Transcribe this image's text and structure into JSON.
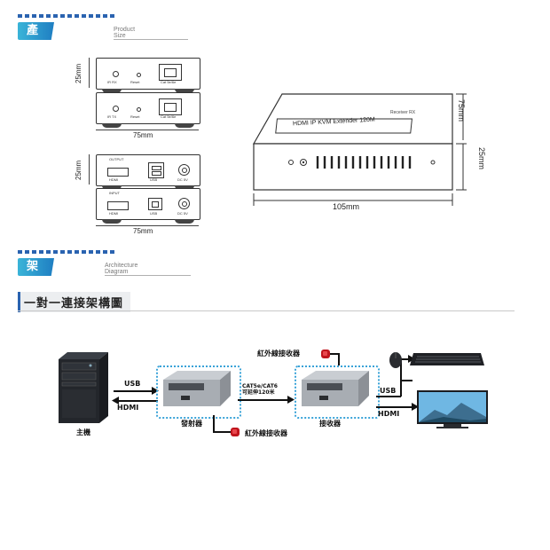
{
  "section1": {
    "title": "產品尺寸",
    "subtitle": "Product Size"
  },
  "section2": {
    "title": "架構圖",
    "subtitle": "Architecture Diagram"
  },
  "dimensions": {
    "small_width_top": "75mm",
    "small_width_bottom": "75mm",
    "small_height_top": "25mm",
    "small_height_bottom": "25mm",
    "large_width": "105mm",
    "large_depth": "75mm",
    "large_height": "25mm"
  },
  "front_panel_labels": {
    "ir_rx": "IR RX",
    "reset": "Reset",
    "cat": "Cat 5e/6e",
    "ir_tx": "IR TX"
  },
  "rear_panel_labels": {
    "output": "OUTPUT",
    "input": "INPUT",
    "hdmi": "HDMI",
    "usb": "USB",
    "dc": "DC 5V"
  },
  "large_device": {
    "label": "HDMI IP KVM Extender 120M",
    "tag": "Receiver RX"
  },
  "diagram": {
    "title": "一對一連接架構圖",
    "host": "主機",
    "transmitter": "發射器",
    "receiver": "接收器",
    "ir_receiver_top": "紅外線接收器",
    "ir_receiver_bottom": "紅外線接收器",
    "usb_left": "USB",
    "hdmi_left": "HDMI",
    "usb_right": "USB",
    "hdmi_right": "HDMI",
    "cable_line1": "CAT5e/CAT6",
    "cable_line2": "可延伸120米"
  },
  "colors": {
    "accent": "#2a63b0",
    "dotted_box": "#3aa3d8",
    "ir_red": "#c0141c"
  }
}
